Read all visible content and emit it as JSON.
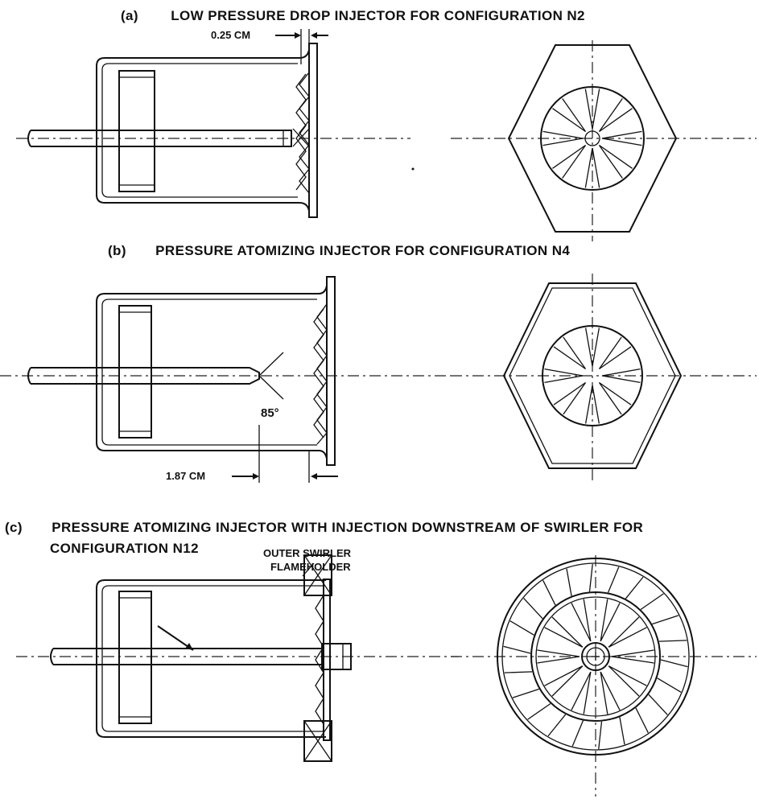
{
  "captions": {
    "a_letter": "(a)",
    "a_text": "LOW  PRESSURE DROP INJECTOR FOR CONFIGURATION N2",
    "b_letter": "(b)",
    "b_text": "PRESSURE ATOMIZING INJECTOR FOR CONFIGURATION N4",
    "c_letter": "(c)",
    "c_text_line1": "PRESSURE ATOMIZING INJECTOR WITH INJECTION DOWNSTREAM OF SWIRLER FOR",
    "c_text_line2": "CONFIGURATION N12"
  },
  "labels": {
    "dim_a": "0.25 CM",
    "angle_b": "85°",
    "dim_b": "1.87 CM",
    "outer_swirler_line1": "OUTER SWIRLER",
    "outer_swirler_line2": "FLAMEHOLDER"
  }
}
